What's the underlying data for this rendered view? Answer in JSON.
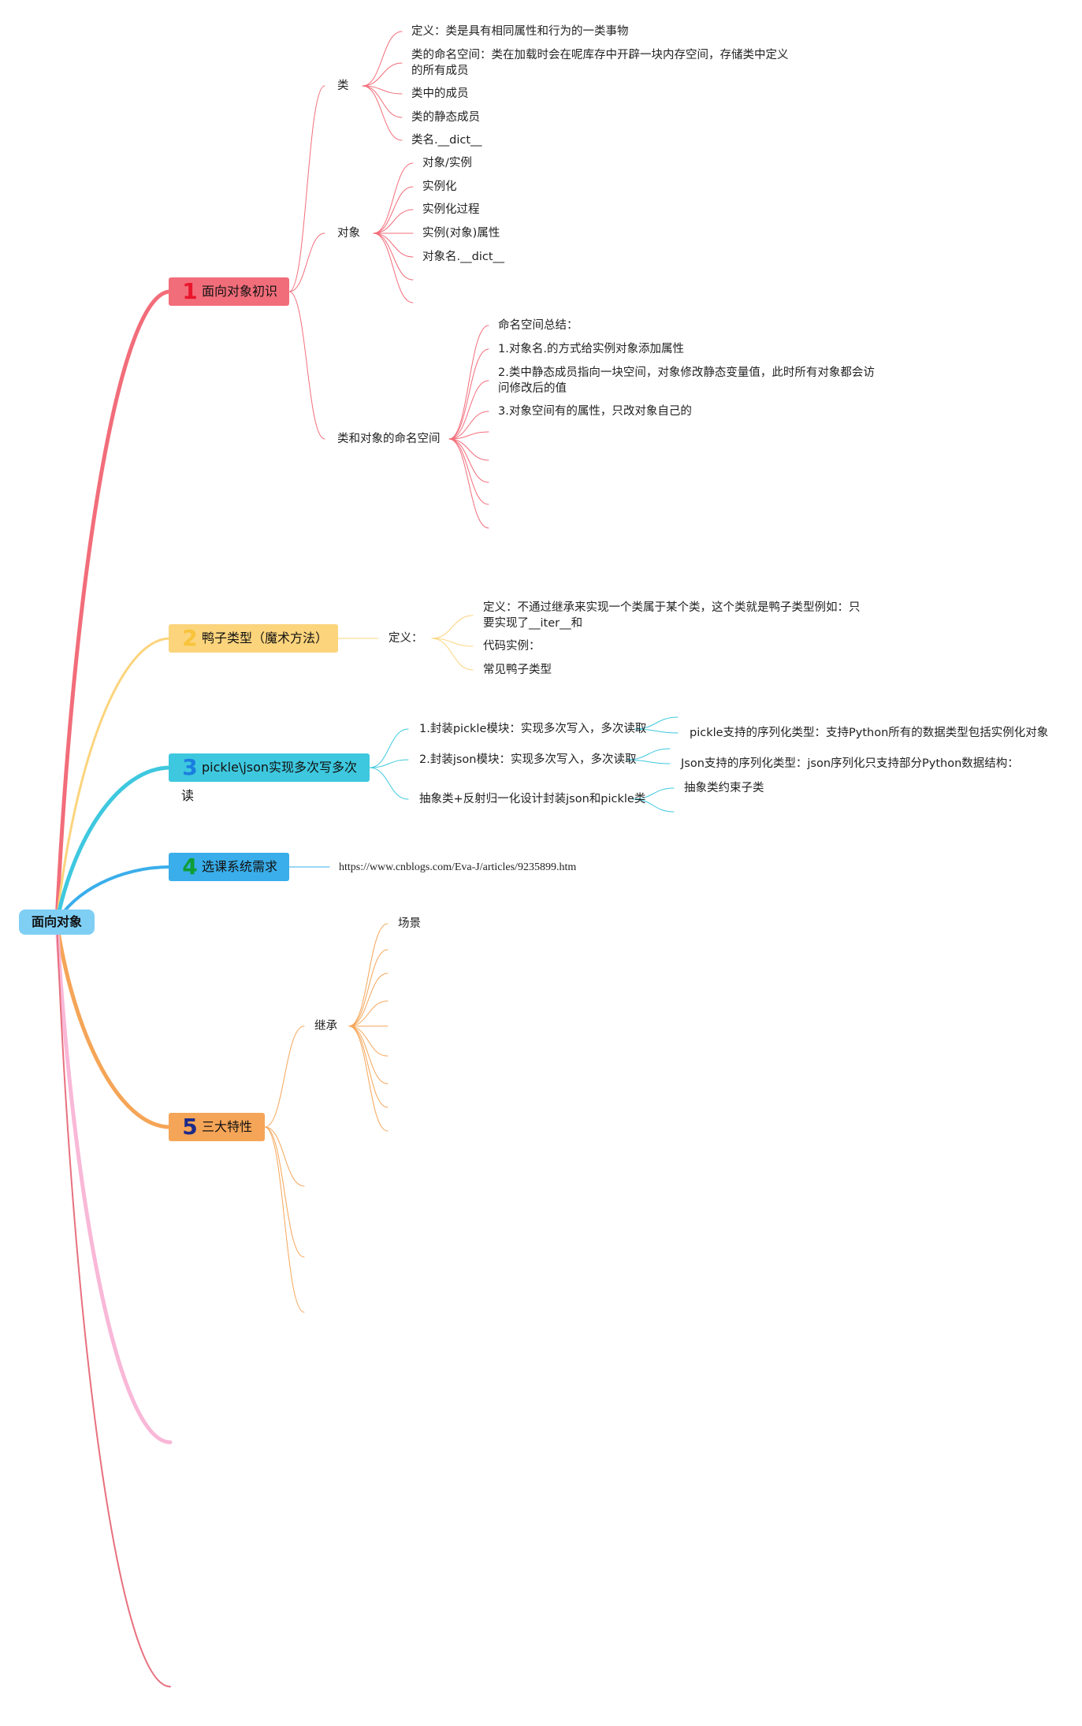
{
  "root": {
    "label": "面向对象"
  },
  "topics": [
    {
      "number": "1",
      "label": "面向对象初识",
      "color": "#f26d7a",
      "number_color": "#e8162d",
      "children": [
        {
          "label": "类",
          "children": [
            "定义：类是具有相同属性和行为的一类事物",
            "类的命名空间：类在加载时会在呢库存中开辟一块内存空间，存储类中定义的所有成员",
            "类中的成员",
            "类的静态成员",
            "类名.__dict__"
          ]
        },
        {
          "label": "对象",
          "children": [
            "对象/实例",
            "实例化",
            "实例化过程",
            "实例(对象)属性",
            "对象名.__dict__"
          ]
        },
        {
          "label": "类和对象的命名空间",
          "children": [
            "命名空间总结：",
            "1.对象名.的方式给实例对象添加属性",
            "2.类中静态成员指向一块空间，对象修改静态变量值，此时所有对象都会访问修改后的值",
            "3.对象空间有的属性，只改对象自己的"
          ]
        }
      ]
    },
    {
      "number": "2",
      "label": "鸭子类型（魔术方法）",
      "color": "#fbd47c",
      "number_color": "#f9c33a",
      "children": [
        {
          "label": "定义：",
          "children": [
            "定义：不通过继承来实现一个类属于某个类，这个类就是鸭子类型例如：只要实现了__iter__和",
            "代码实例：",
            "常见鸭子类型"
          ]
        }
      ]
    },
    {
      "number": "3",
      "label": "pickle\\json实现多次写多次读",
      "color": "#3ec8df",
      "number_color": "#1a7ee0",
      "children": [
        {
          "label": "1.封装pickle模块：实现多次写入，多次读取",
          "children": [
            "pickle支持的序列化类型：支持Python所有的数据类型包括实例化对象"
          ]
        },
        {
          "label": "2.封装json模块：实现多次写入，多次读取",
          "children": [
            "Json支持的序列化类型：json序列化只支持部分Python数据结构："
          ]
        },
        {
          "label": "抽象类+反射归一化设计封装json和pickle类",
          "children": [
            "抽象类约束子类"
          ]
        }
      ]
    },
    {
      "number": "4",
      "label": "选课系统需求",
      "color": "#3aaeea",
      "number_color": "#0f9d36",
      "children": [
        {
          "label": "https://www.cnblogs.com/Eva-J/articles/9235899.htm",
          "children": []
        }
      ]
    },
    {
      "number": "5",
      "label": "三大特性",
      "color": "#f5a557",
      "number_color": "#1c2a8a",
      "children": [
        {
          "label": "继承",
          "children": [
            "场景"
          ]
        }
      ]
    }
  ],
  "colors": {
    "pink_branch": "#f9b8d8",
    "red_branch": "#e8707e"
  }
}
